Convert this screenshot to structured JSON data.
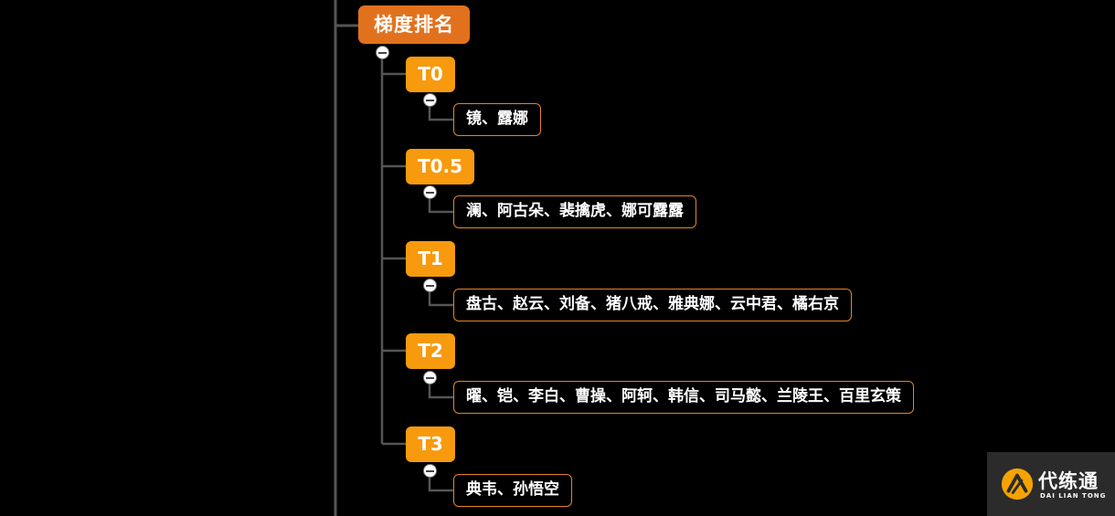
{
  "root": {
    "label": "梯度排名",
    "tiers": [
      {
        "label": "T0",
        "heroes": "镜、露娜"
      },
      {
        "label": "T0.5",
        "heroes": "澜、阿古朵、裴擒虎、娜可露露"
      },
      {
        "label": "T1",
        "heroes": "盘古、赵云、刘备、猪八戒、雅典娜、云中君、橘右京"
      },
      {
        "label": "T2",
        "heroes": "曜、铠、李白、曹操、阿轲、韩信、司马懿、兰陵王、百里玄策"
      },
      {
        "label": "T3",
        "heroes": "典韦、孙悟空"
      }
    ]
  },
  "watermark": {
    "name": "代练通",
    "subtitle": "DAI LIAN TONG"
  },
  "colors": {
    "root_fill": "#e2711d",
    "tier_fill": "#f79a0e",
    "leaf_border": "#e2842a",
    "connector": "#555555",
    "background": "#000000"
  },
  "icons": {
    "collapse": "minus-circle-icon",
    "logo": "logo-mark-icon"
  }
}
